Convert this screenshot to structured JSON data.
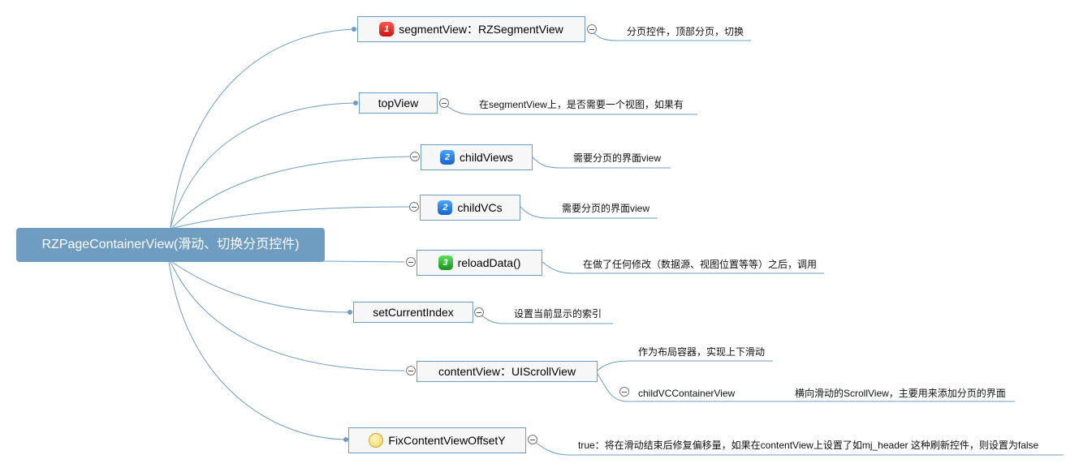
{
  "root": {
    "label": "RZPageContainerView(滑动、切换分页控件)"
  },
  "branches": [
    {
      "id": "segment",
      "label": "segmentView：RZSegmentView",
      "badge": "1",
      "badge_color": "#d01a12",
      "note": "分页控件，顶部分页，切换"
    },
    {
      "id": "topview",
      "label": "topView",
      "note": "在segmentView上，是否需要一个视图，如果有"
    },
    {
      "id": "childviews",
      "label": "childViews",
      "badge": "2",
      "badge_color": "#1e6fd4",
      "note": "需要分页的界面view"
    },
    {
      "id": "childvcs",
      "label": "childVCs",
      "badge": "2",
      "badge_color": "#1e6fd4",
      "note": "需要分页的界面view"
    },
    {
      "id": "reload",
      "label": "reloadData()",
      "badge": "3",
      "badge_color": "#1f9a1d",
      "note": "在做了任何修改（数据源、视图位置等等）之后，调用"
    },
    {
      "id": "setindex",
      "label": "setCurrentIndex",
      "note": "设置当前显示的索引"
    },
    {
      "id": "content",
      "label": "contentView：UIScrollView",
      "note": "作为布局容器，实现上下滑动",
      "child": {
        "label": "childVCContainerView",
        "note": "横向滑动的ScrollView，主要用来添加分页的界面"
      }
    },
    {
      "id": "fixoffset",
      "label": "FixContentViewOffsetY",
      "icon": "smiley-icon",
      "note": "true：将在滑动结束后修复偏移量，如果在contentView上设置了如mj_header 这种刷新控件，则设置为false"
    }
  ],
  "colors": {
    "root_bg": "#6f9dc2",
    "line": "#6f9dc2",
    "node_bg": "#f7f7f7"
  }
}
